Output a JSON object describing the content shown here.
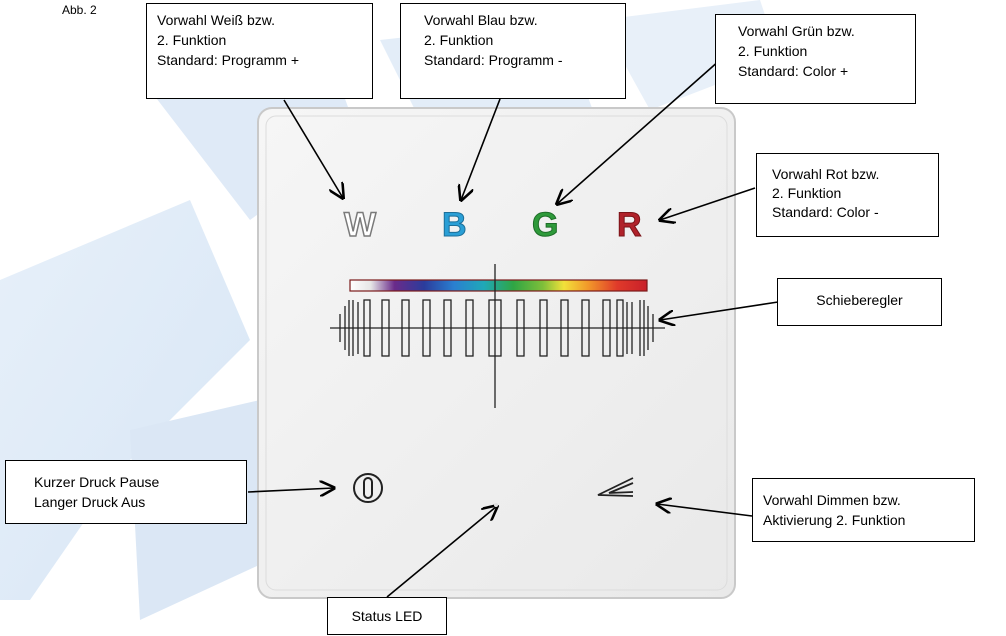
{
  "figure_label": "Abb. 2",
  "colors": {
    "white_key": "#d9d9d9",
    "blue_key": "#2a9fd6",
    "green_key": "#2e9a3a",
    "red_key": "#b0222a",
    "watermark": "#dbe8f6",
    "panel": "#f2f2f2"
  },
  "panel": {
    "keys": [
      {
        "label": "W",
        "color_name": "white"
      },
      {
        "label": "B",
        "color_name": "blue"
      },
      {
        "label": "G",
        "color_name": "green"
      },
      {
        "label": "R",
        "color_name": "red"
      }
    ],
    "icons": [
      "power-icon",
      "dimmer-icon",
      "slider-scale-icon",
      "status-led"
    ]
  },
  "callouts": {
    "white": {
      "lines": [
        "Vorwahl Weiß bzw.",
        "2. Funktion",
        "Standard: Programm +"
      ]
    },
    "blue": {
      "lines": [
        "Vorwahl Blau bzw.",
        "2. Funktion",
        "Standard: Programm -"
      ]
    },
    "green": {
      "lines": [
        "Vorwahl Grün bzw.",
        "2. Funktion",
        "Standard: Color +"
      ]
    },
    "red": {
      "lines": [
        "Vorwahl Rot bzw.",
        "2. Funktion",
        "Standard: Color -"
      ]
    },
    "slider": {
      "lines": [
        "Schieberegler"
      ]
    },
    "power": {
      "lines": [
        "Kurzer Druck Pause",
        "Langer Druck Aus"
      ]
    },
    "dimmer": {
      "lines": [
        "Vorwahl Dimmen bzw.",
        "Aktivierung 2. Funktion"
      ]
    },
    "status": {
      "lines": [
        "Status LED"
      ]
    }
  }
}
